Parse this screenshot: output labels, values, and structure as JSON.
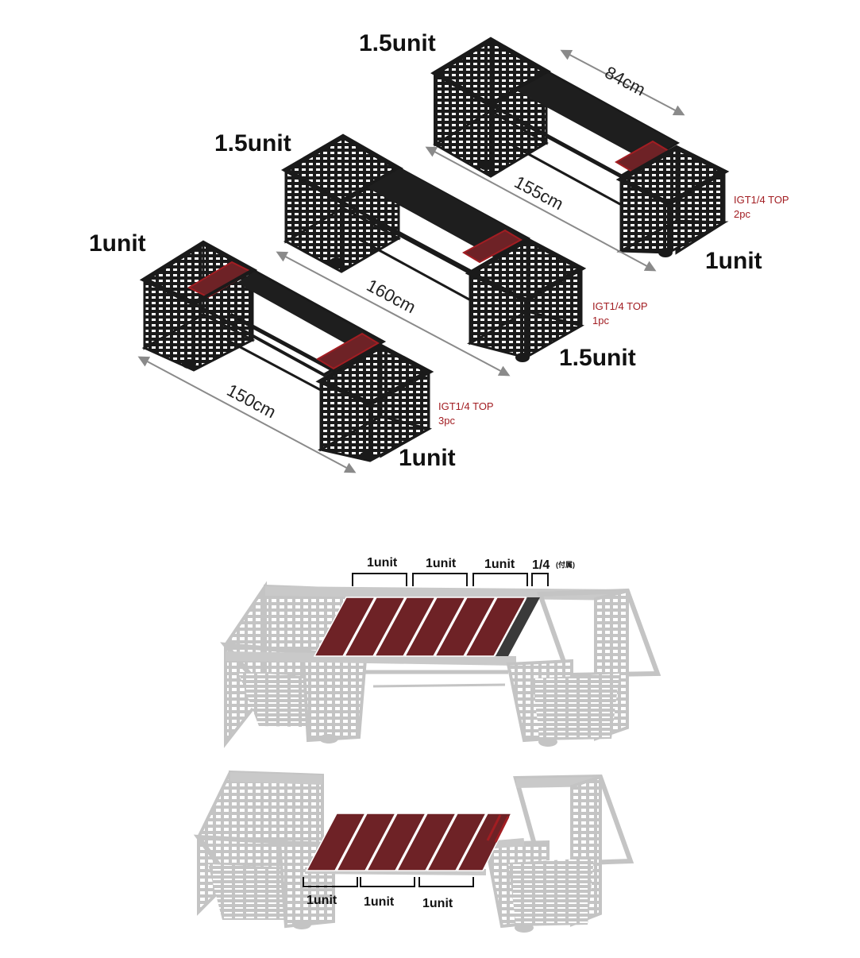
{
  "top_diagram": {
    "rack_back": {
      "left_label": "1.5unit",
      "right_label": "1unit",
      "length_label": "155cm",
      "width_label": "84cm",
      "note_line1": "IGT1/4 TOP",
      "note_line2": "2pc"
    },
    "rack_middle": {
      "left_label": "1.5unit",
      "right_label": "1.5unit",
      "length_label": "160cm",
      "note_line1": "IGT1/4 TOP",
      "note_line2": "1pc"
    },
    "rack_front": {
      "left_label": "1unit",
      "right_label": "1unit",
      "length_label": "150cm",
      "note_line1": "IGT1/4 TOP",
      "note_line2": "3pc"
    }
  },
  "bottom_diagram": {
    "upper_bracket_labels": [
      "1unit",
      "1unit",
      "1unit"
    ],
    "quarter_label": "1/4",
    "quarter_note": "(付属)",
    "lower_bracket_labels": [
      "1unit",
      "1unit",
      "1unit"
    ]
  },
  "colors": {
    "frame_dark": "#1a1a1a",
    "frame_grey": "#c4c4c4",
    "top_red": "#6e2226",
    "accent_red": "#a21d22",
    "dimension_arrow": "#8a8a8a",
    "quarter_panel": "#3a3a3a"
  }
}
